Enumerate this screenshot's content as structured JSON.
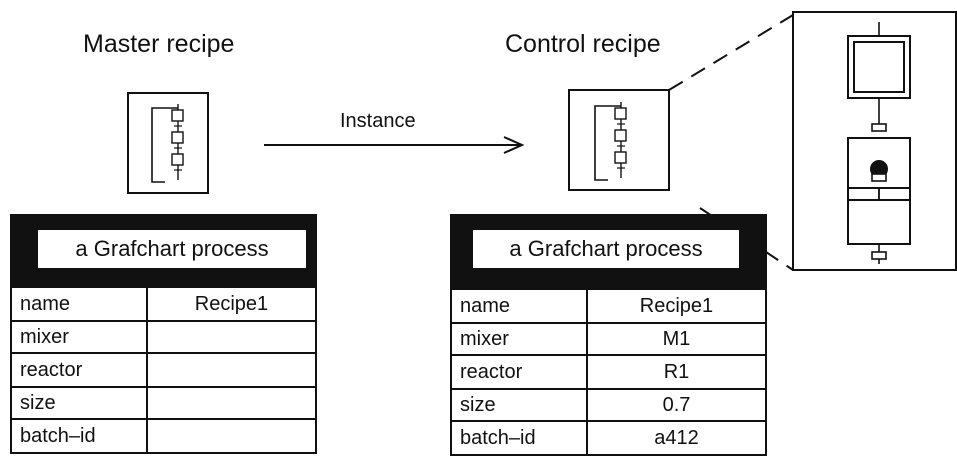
{
  "master": {
    "title": "Master recipe",
    "process_label": "a Grafchart process",
    "rows": [
      {
        "key": "name",
        "value": "Recipe1"
      },
      {
        "key": "mixer",
        "value": ""
      },
      {
        "key": "reactor",
        "value": ""
      },
      {
        "key": "size",
        "value": ""
      },
      {
        "key": "batch–id",
        "value": ""
      }
    ]
  },
  "control": {
    "title": "Control recipe",
    "process_label": "a Grafchart process",
    "rows": [
      {
        "key": "name",
        "value": "Recipe1"
      },
      {
        "key": "mixer",
        "value": "M1"
      },
      {
        "key": "reactor",
        "value": "R1"
      },
      {
        "key": "size",
        "value": "0.7"
      },
      {
        "key": "batch–id",
        "value": "a412"
      }
    ]
  },
  "arrow_label": "Instance"
}
